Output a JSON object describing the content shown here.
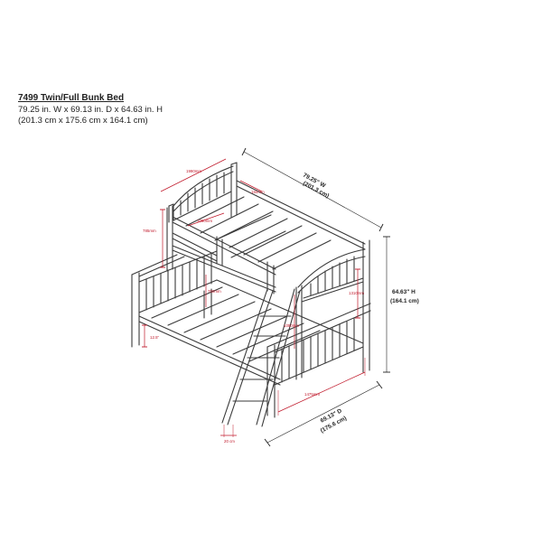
{
  "header": {
    "title": "7499  Twin/Full Bunk Bed",
    "dims_in": "79.25 in. W x 69.13 in. D x 64.63 in. H",
    "dims_cm": "(201.3 cm x 175.6 cm x 164.1 cm)"
  },
  "dimensions": {
    "width": "79.25\" W",
    "width_cm": "(201.3 cm)",
    "height": "64.63\" H",
    "height_cm": "(164.1 cm)",
    "depth": "69.13\" D",
    "depth_cm": "(175.6 cm)"
  },
  "small_dims": {
    "top_length": "1990mm",
    "top_rail": "150mm",
    "left_height": "785mm",
    "inner_width": "1050mm",
    "lower_gap": "750mm",
    "lower_clear": "12.5\"",
    "right_height": "1310mm",
    "ladder_height": "1050mm",
    "bottom_length": "1475mm",
    "ladder_foot": "20 cm"
  }
}
